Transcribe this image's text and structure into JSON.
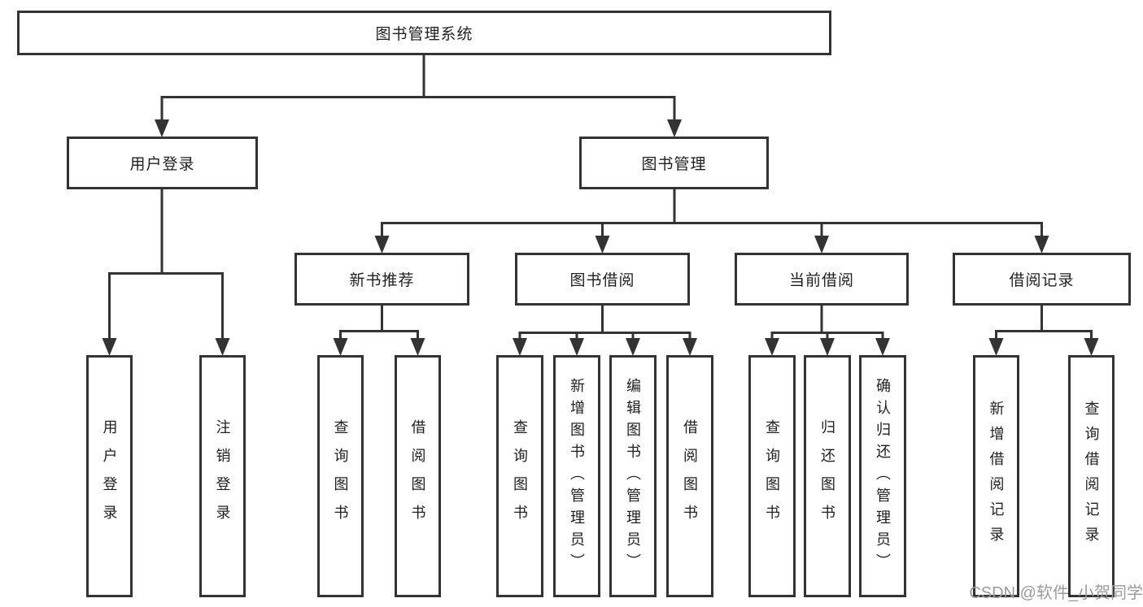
{
  "diagram": {
    "root": {
      "label": "图书管理系统"
    },
    "level2": [
      {
        "label": "用户登录"
      },
      {
        "label": "图书管理"
      }
    ],
    "level3": [
      {
        "label": "新书推荐"
      },
      {
        "label": "图书借阅"
      },
      {
        "label": "当前借阅"
      },
      {
        "label": "借阅记录"
      }
    ],
    "leaves": {
      "user_login": [
        "用户登录",
        "注销登录"
      ],
      "new_book_recommendation": [
        "查询图书",
        "借阅图书"
      ],
      "book_borrowing": [
        "查询图书",
        "新增图书（管理员）",
        "编辑图书（管理员）",
        "借阅图书"
      ],
      "current_borrowing": [
        "查询图书",
        "归还图书",
        "确认归还（管理员）"
      ],
      "borrowing_records": [
        "新增借阅记录",
        "查询借阅记录"
      ]
    }
  },
  "watermark": {
    "text": "CSDN @软件_小贺同学"
  },
  "colors": {
    "line": "#333333",
    "text": "#1f1f1f",
    "watermark": "#9b9b9b",
    "background": "#ffffff"
  }
}
